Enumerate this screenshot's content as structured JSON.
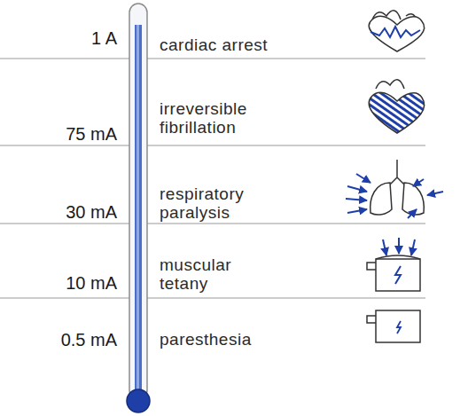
{
  "diagram": {
    "labels": [
      "1 A",
      "cardiac arrest",
      "75 mA",
      "irreversible fibrillation",
      "30 mA",
      "respiratory paralysis",
      "10 mA",
      "muscular tetany",
      "0.5 mA",
      "paresthesia"
    ]
  }
}
